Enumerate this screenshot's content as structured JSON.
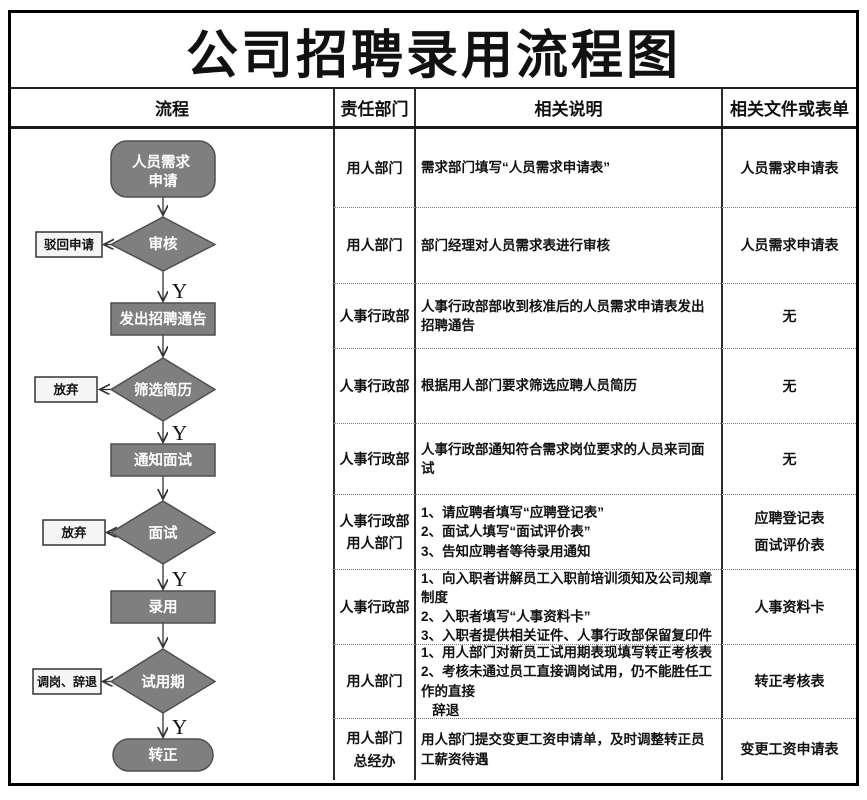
{
  "title": "公司招聘录用流程图",
  "header": {
    "process": "流程",
    "department": "责任部门",
    "description": "相关说明",
    "documents": "相关文件或表单"
  },
  "flow": {
    "yes_label": "Y",
    "nodes": [
      {
        "type": "terminator",
        "label": "人员需求申请",
        "lines": [
          "人员需求",
          "申请"
        ]
      },
      {
        "type": "decision",
        "label": "审核",
        "branch": "驳回申请"
      },
      {
        "type": "process",
        "label": "发出招聘通告"
      },
      {
        "type": "decision",
        "label": "筛选简历",
        "branch": "放弃"
      },
      {
        "type": "process",
        "label": "通知面试"
      },
      {
        "type": "decision",
        "label": "面试",
        "branch": "放弃"
      },
      {
        "type": "process",
        "label": "录用"
      },
      {
        "type": "decision",
        "label": "试用期",
        "branch": "调岗、辞退"
      },
      {
        "type": "terminator",
        "label": "转正"
      }
    ]
  },
  "rows": [
    {
      "dept": "用人部门",
      "desc": "需求部门填写“人员需求申请表”",
      "forms": "人员需求申请表"
    },
    {
      "dept": "用人部门",
      "desc": "部门经理对人员需求表进行审核",
      "forms": "人员需求申请表"
    },
    {
      "dept": "人事行政部",
      "desc": "人事行政部部收到核准后的人员需求申请表发出招聘通告",
      "forms": "无"
    },
    {
      "dept": "人事行政部",
      "desc": "根据用人部门要求筛选应聘人员简历",
      "forms": "无"
    },
    {
      "dept": "人事行政部",
      "desc": "人事行政部通知符合需求岗位要求的人员来司面试",
      "forms": "无"
    },
    {
      "dept": "人事行政部\n用人部门",
      "desc": "1、请应聘者填写“应聘登记表”\n2、面试人填写“面试评价表”\n3、告知应聘者等待录用通知",
      "forms": "应聘登记表\n面试评价表"
    },
    {
      "dept": "人事行政部",
      "desc": "1、向入职者讲解员工入职前培训须知及公司规章制度\n2、入职者填写“人事资料卡”\n3、入职者提供相关证件、人事行政部保留复印件",
      "forms": "人事资料卡"
    },
    {
      "dept": "用人部门",
      "desc": "1、用人部门对新员工试用期表现填写转正考核表\n2、考核未通过员工直接调岗试用，仍不能胜任工作的直接\n   辞退",
      "forms": "转正考核表"
    },
    {
      "dept": "用人部门\n总经办",
      "desc": "用人部门提交变更工资申请单，及时调整转正员工薪资待遇",
      "forms": "变更工资申请表"
    }
  ]
}
